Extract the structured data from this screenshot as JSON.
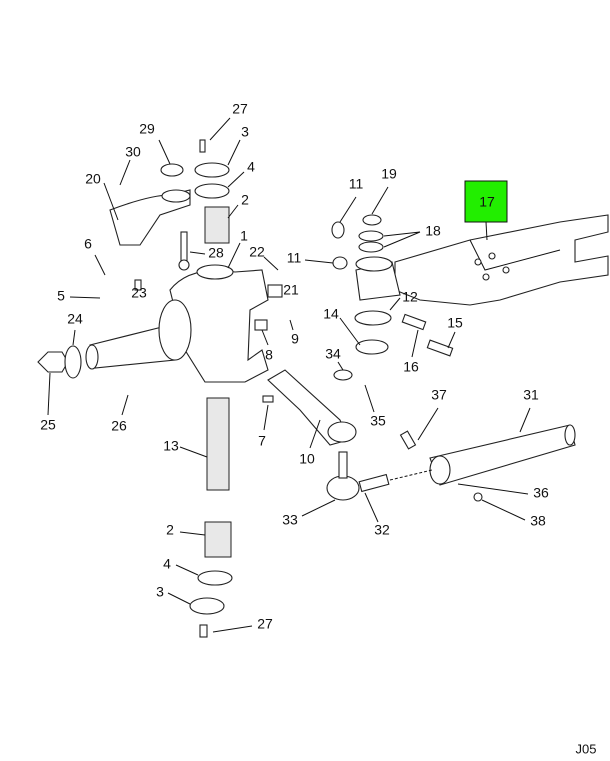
{
  "diagram": {
    "callouts": [
      "27",
      "29",
      "3",
      "30",
      "4",
      "20",
      "2",
      "1",
      "22",
      "28",
      "6",
      "23",
      "5",
      "21",
      "8",
      "9",
      "24",
      "25",
      "26",
      "13",
      "7",
      "10",
      "34",
      "35",
      "11",
      "19",
      "18",
      "11",
      "12",
      "14",
      "15",
      "16",
      "17",
      "37",
      "31",
      "36",
      "38",
      "33",
      "32",
      "2",
      "4",
      "3",
      "27"
    ],
    "highlighted_callout": "17",
    "highlight_color": "#22ee00",
    "drawing_code": "J05"
  }
}
